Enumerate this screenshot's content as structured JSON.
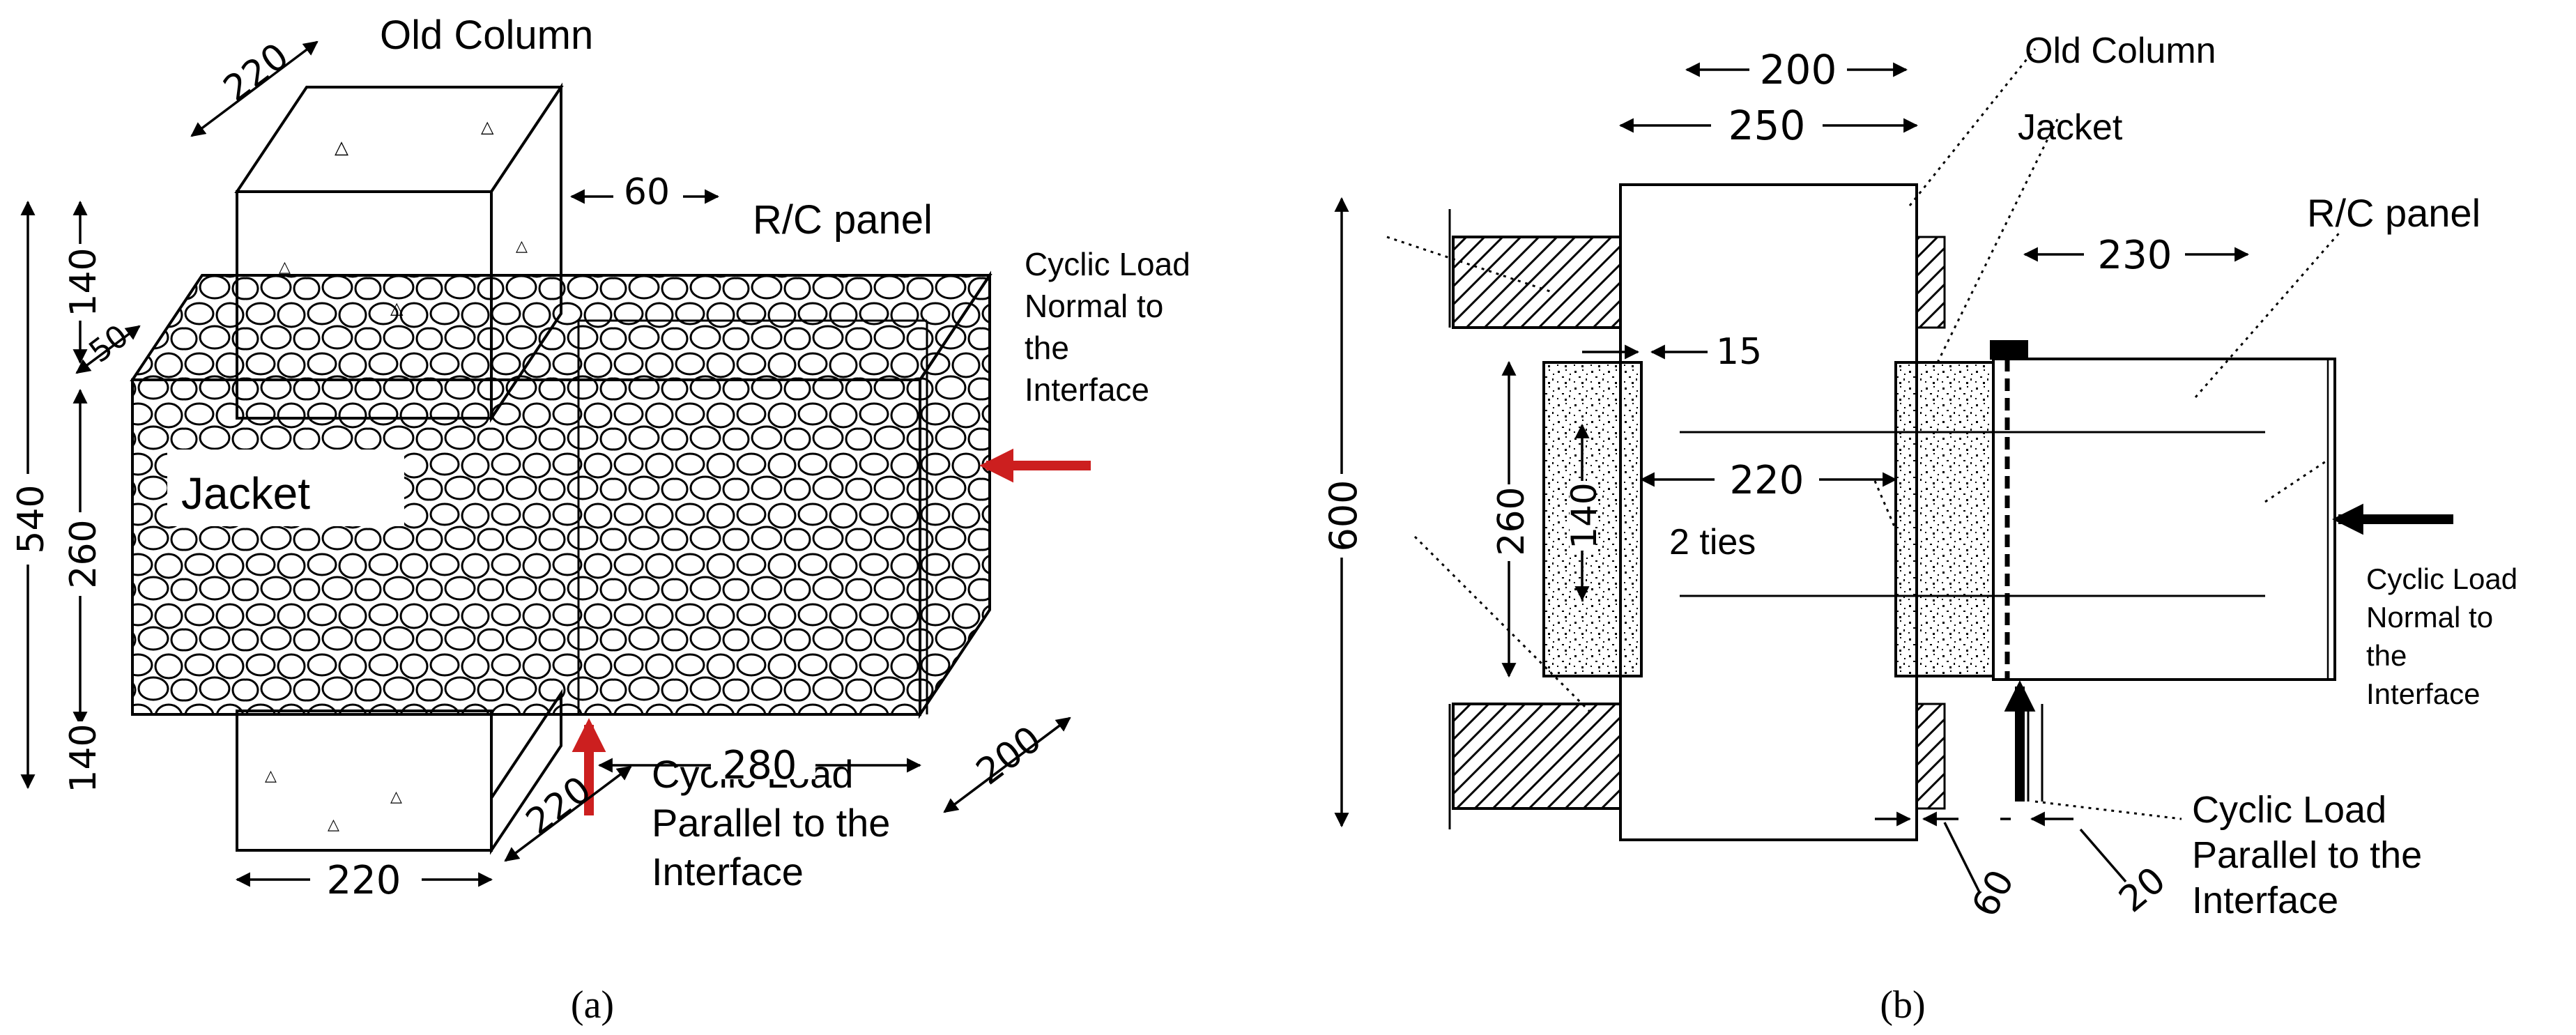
{
  "colors": {
    "ink": "#000000",
    "load_arrow_a": "#cc1f1f",
    "background": "#ffffff"
  },
  "panel_a": {
    "caption": "(a)",
    "labels": {
      "old_column": "Old Column",
      "rc_panel": "R/C panel",
      "jacket": "Jacket",
      "normal_load": [
        "Cyclic Load",
        "Normal to",
        "the",
        "Interface"
      ],
      "parallel_load": [
        "Cyclic Load",
        "Parallel to the",
        "Interface"
      ]
    },
    "dimensions": {
      "col_top_depth": "220",
      "gap_top": "60",
      "height_top": "140",
      "jacket_offset": "50",
      "total_height": "540",
      "jacket_height": "260",
      "height_bottom": "140",
      "panel_length": "280",
      "panel_depth": "200",
      "col_bottom_depth": "220",
      "col_bottom_width": "220"
    }
  },
  "panel_b": {
    "caption": "(b)",
    "labels": {
      "old_column": "Old Column",
      "jacket": "Jacket",
      "rc_panel": "R/C panel",
      "ties": "2 ties",
      "normal_load": [
        "Cyclic Load",
        "Normal to",
        "the",
        "Interface"
      ],
      "parallel_load": [
        "Cyclic Load",
        "Parallel to the",
        "Interface"
      ]
    },
    "dimensions": {
      "col_width": "200",
      "jacket_width": "250",
      "panel_length": "230",
      "gap": "15",
      "inner": "220",
      "jacket_height": "260",
      "core": "140",
      "total_height": "600",
      "bottom_gap": "60",
      "bottom_offset": "20"
    }
  }
}
